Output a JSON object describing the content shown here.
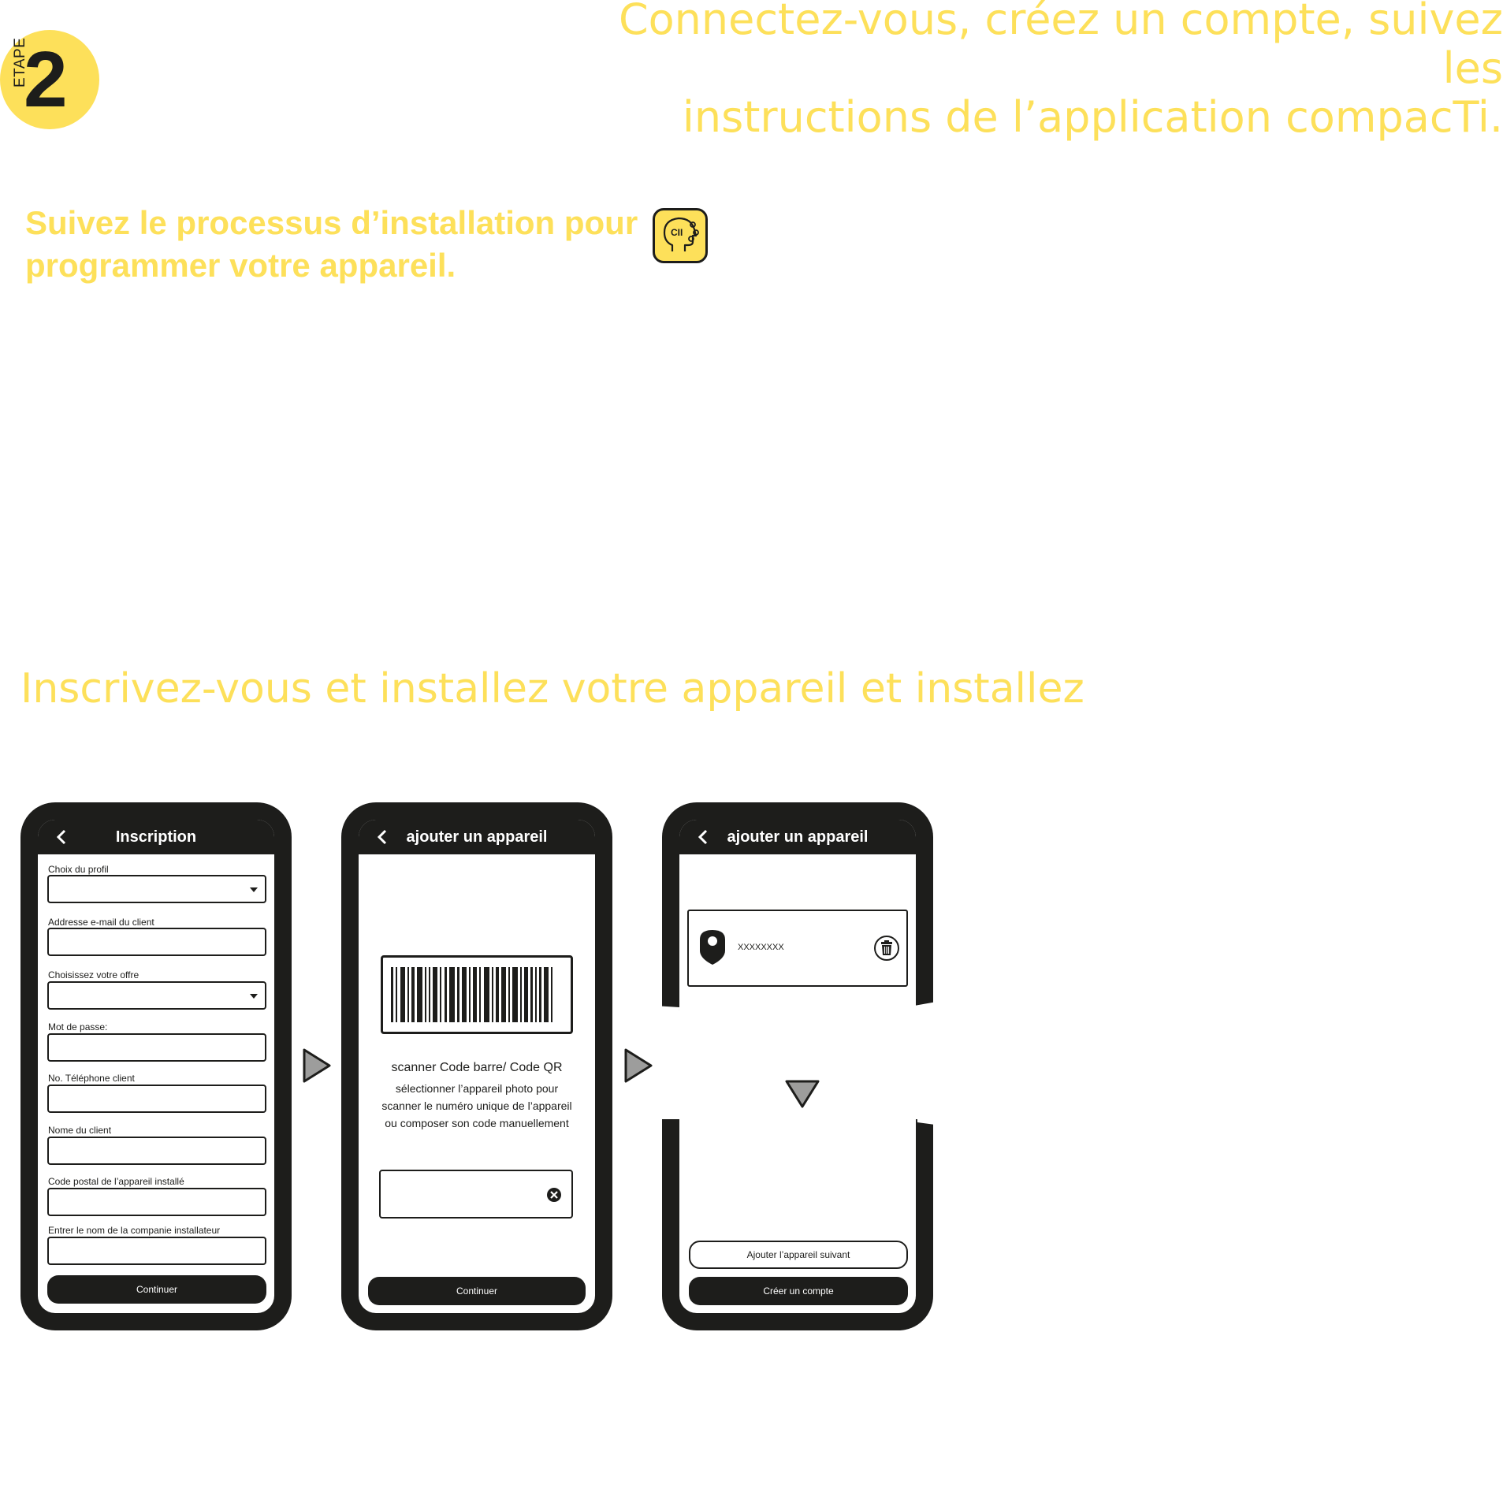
{
  "step": {
    "word": "ETAPE",
    "number": "2"
  },
  "header": {
    "title_line1": "Connectez-vous, créez un compte, suivez les",
    "title_line2": "instructions de l’application compacTi."
  },
  "instruction": {
    "line1": "Suivez le processus d’installation pour",
    "line2": "programmer votre appareil."
  },
  "app_icon": {
    "name": "compacti-app-icon",
    "label": "CII"
  },
  "subtitle": "Inscrivez-vous et installez votre appareil et installez",
  "phone1": {
    "title": "Inscription",
    "fields": [
      {
        "label": "Choix du profil",
        "type": "select",
        "value": ""
      },
      {
        "label": "Addresse e-mail du client",
        "type": "text",
        "value": ""
      },
      {
        "label": "Choisissez votre offre",
        "type": "select",
        "value": ""
      },
      {
        "label": "Mot de passe:",
        "type": "text",
        "value": ""
      },
      {
        "label": "No. Téléphone client",
        "type": "text",
        "value": ""
      },
      {
        "label": "Nome du client",
        "type": "text",
        "value": ""
      },
      {
        "label": "Code postal de l’appareil installé",
        "type": "text",
        "value": ""
      },
      {
        "label": "Entrer le nom de la companie installateur",
        "type": "text",
        "value": ""
      }
    ],
    "button": "Continuer"
  },
  "phone2": {
    "title": "ajouter un appareil",
    "scan_title": "scanner Code barre/ Code QR",
    "scan_text_line1": "sélectionner l’appareil photo pour",
    "scan_text_line2": "scanner le numéro unique de l’appareil",
    "scan_text_line3": "ou composer son code manuellement",
    "input_value": "",
    "button": "Continuer"
  },
  "phone3": {
    "title": "ajouter un appareil",
    "device_id": "XXXXXXXX",
    "button_next": "Ajouter l’appareil suivant",
    "button_create": "Créer un compte"
  },
  "colors": {
    "accent": "#fde05a",
    "dark": "#1d1d1b",
    "arrow_gray": "#9d9d9c"
  }
}
